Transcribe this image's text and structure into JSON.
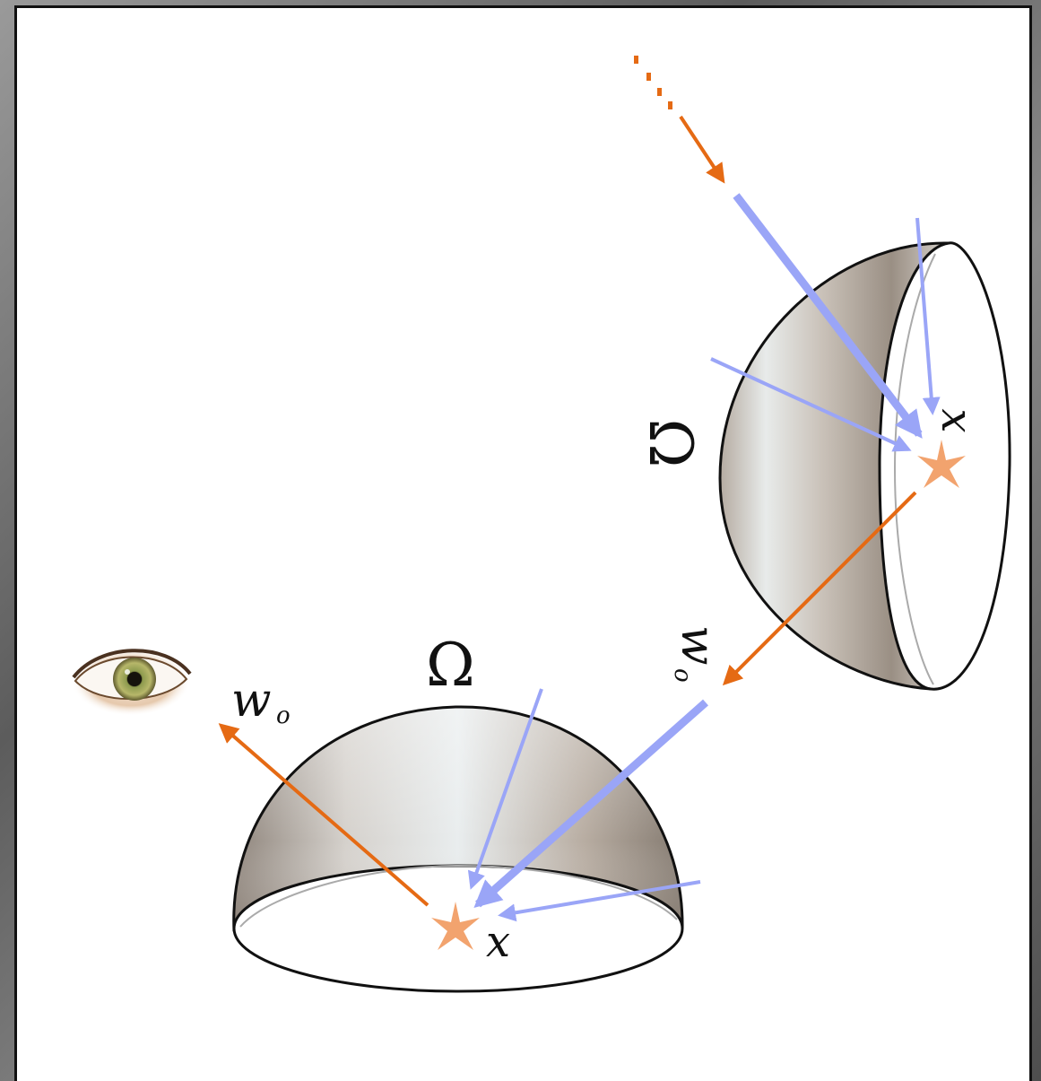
{
  "labels": {
    "omega_bottom": "Ω",
    "omega_top": "Ω",
    "x_bottom": "x",
    "x_top": "x",
    "wo_left_base": "w",
    "wo_left_sub": "o",
    "wo_right_base": "w",
    "wo_right_sub": "o"
  },
  "colors": {
    "incident_ray": "#9aa5f7",
    "outgoing_ray": "#e56a14",
    "sample_point": "#f2a36e",
    "outline": "#111111"
  },
  "icons": {
    "viewer": "eye-icon",
    "sample_point": "star-icon"
  }
}
